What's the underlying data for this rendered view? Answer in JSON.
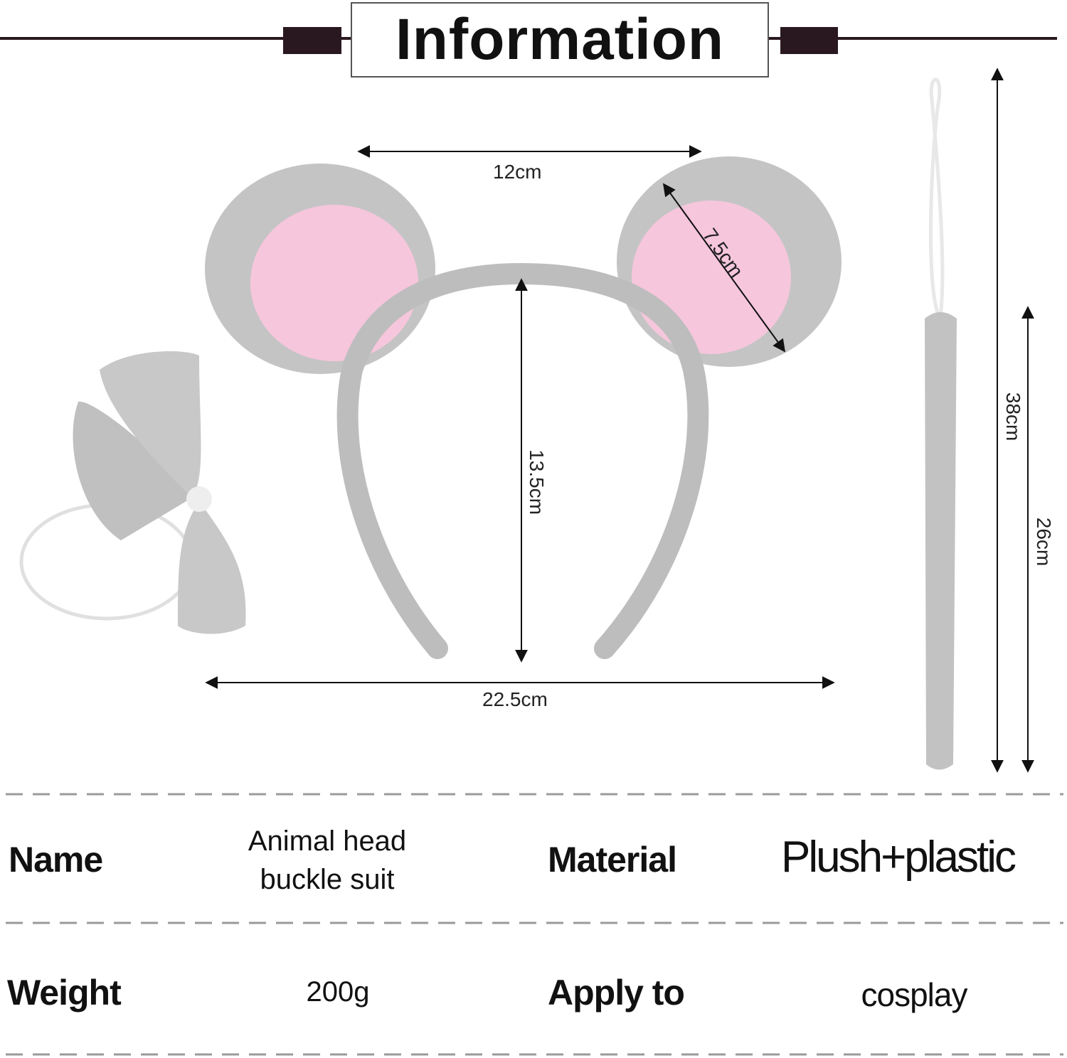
{
  "header": {
    "title": "Information"
  },
  "dimensions": {
    "ear_span": "12cm",
    "ear_diameter": "7.5cm",
    "headband_height": "13.5cm",
    "headband_width": "22.5cm",
    "tail_total": "38cm",
    "tail_body": "26cm"
  },
  "specs": {
    "name_label": "Name",
    "name_value_line1": "Animal head",
    "name_value_line2": "buckle suit",
    "material_label": "Material",
    "material_value": "Plush+plastic",
    "weight_label": "Weight",
    "weight_value": "200g",
    "apply_label": "Apply to",
    "apply_value": "cosplay"
  },
  "colors": {
    "accent": "#2a1820",
    "fur": "#c9c9c9",
    "pink": "#f6c6dc",
    "divider": "#9a9a9a"
  }
}
